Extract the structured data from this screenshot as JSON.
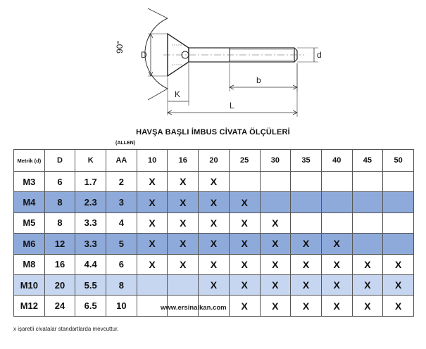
{
  "drawing": {
    "angle_label": "90°",
    "d_head_label": "D",
    "d_label": "d",
    "b_label": "b",
    "k_label": "K",
    "l_label": "L"
  },
  "title": "HAVŞA BAŞLI İMBUS CİVATA ÖLÇÜLERİ",
  "allen_note": "(ALLEN)",
  "headers": [
    "Metrik (d)",
    "D",
    "K",
    "AA",
    "10",
    "16",
    "20",
    "25",
    "30",
    "35",
    "40",
    "45",
    "50"
  ],
  "rows": [
    {
      "band": "none",
      "cells": [
        "M3",
        "6",
        "1.7",
        "2",
        "X",
        "X",
        "X",
        "",
        "",
        "",
        "",
        "",
        ""
      ]
    },
    {
      "band": "dark",
      "cells": [
        "M4",
        "8",
        "2.3",
        "3",
        "X",
        "X",
        "X",
        "X",
        "",
        "",
        "",
        "",
        ""
      ]
    },
    {
      "band": "none",
      "cells": [
        "M5",
        "8",
        "3.3",
        "4",
        "X",
        "X",
        "X",
        "X",
        "X",
        "",
        "",
        "",
        ""
      ]
    },
    {
      "band": "dark",
      "cells": [
        "M6",
        "12",
        "3.3",
        "5",
        "X",
        "X",
        "X",
        "X",
        "X",
        "X",
        "X",
        "",
        ""
      ]
    },
    {
      "band": "none",
      "cells": [
        "M8",
        "16",
        "4.4",
        "6",
        "X",
        "X",
        "X",
        "X",
        "X",
        "X",
        "X",
        "X",
        "X"
      ]
    },
    {
      "band": "light",
      "cells": [
        "M10",
        "20",
        "5.5",
        "8",
        "",
        "",
        "X",
        "X",
        "X",
        "X",
        "X",
        "X",
        "X"
      ]
    },
    {
      "band": "none",
      "cells": [
        "M12",
        "24",
        "6.5",
        "10",
        "",
        "",
        "",
        "X",
        "X",
        "X",
        "X",
        "X",
        "X"
      ]
    }
  ],
  "watermark": "www.ersinalkan.com",
  "footnote": "x işaretli civatalar standartlarda mevcuttur.",
  "colors": {
    "band_dark": "#8eaadb",
    "band_light": "#c6d5f0",
    "grid": "#555555"
  }
}
